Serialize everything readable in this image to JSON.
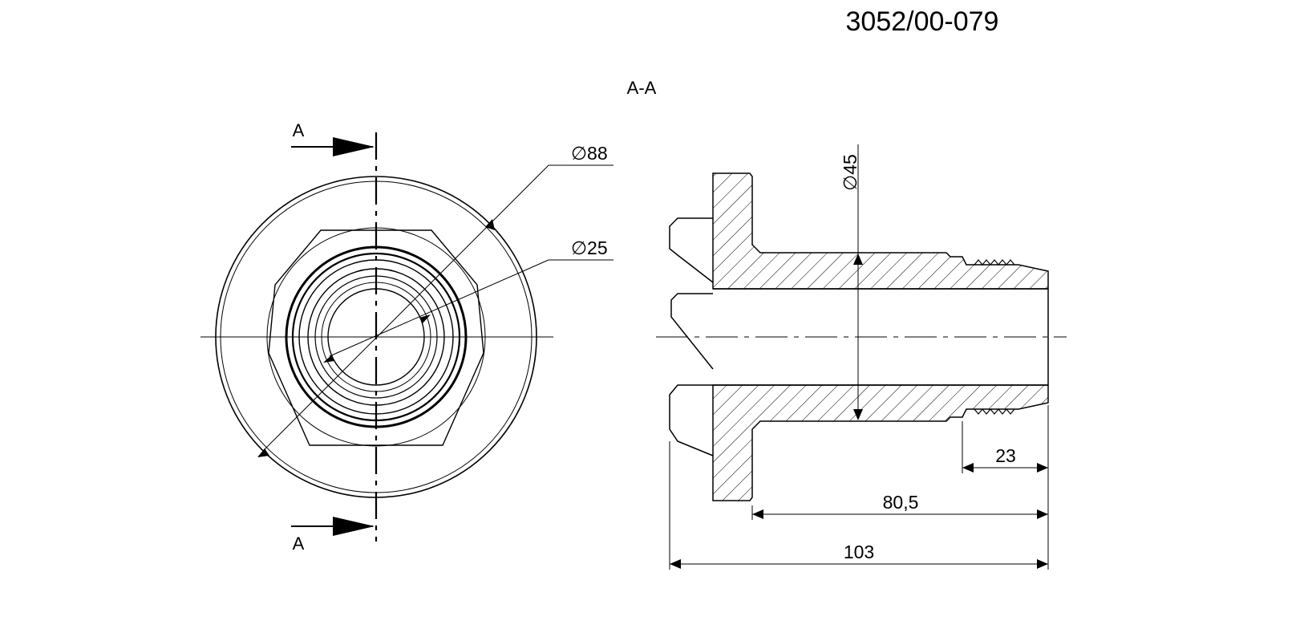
{
  "drawing": {
    "number": "3052/00-079",
    "section_title": "A-A",
    "section_marker_top": "A",
    "section_marker_bottom": "A"
  },
  "dimensions": {
    "outer_diameter": "∅88",
    "inner_diameter": "∅25",
    "bore_diameter": "∅45",
    "thread_length": "23",
    "body_length": "80,5",
    "total_length": "103"
  }
}
